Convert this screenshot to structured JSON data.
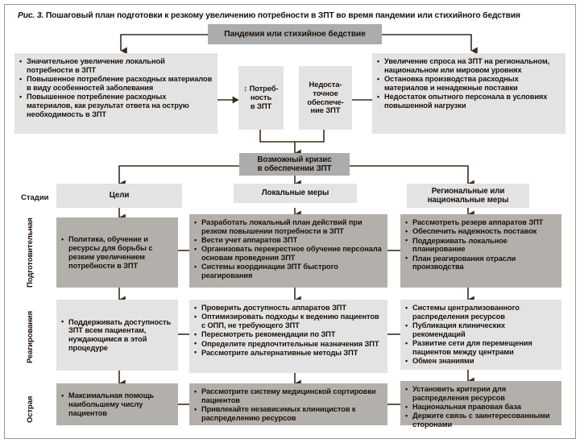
{
  "figure": {
    "number": "Рис. 3.",
    "caption": "Пошаговый план подготовки к резкому увеличению потребности в ЗПТ во время пандемии или стихийного бедствия"
  },
  "colors": {
    "page_background": "#ffffff",
    "frame_border": "#9b968d",
    "box_light": "#e3e3e3",
    "box_dark": "#acacac",
    "box_mid": "#b3b0ab",
    "connector": "#3a2d1e",
    "text": "#1a1008"
  },
  "top": {
    "trigger": "Пандемия или стихийное бедствие",
    "left_panel": [
      "Значительное увеличение локальной потребности в ЗПТ",
      "Повышенное потребление расходных материалов в виду особенностей заболевания",
      "Повышенное потребление расходных материалов, как результат ответа на острую необходимость в ЗПТ"
    ],
    "center_left": "↑ Потреб-\nность\nв ЗПТ",
    "center_left_lines": [
      "↕ Потреб-",
      "ность",
      "в ЗПТ"
    ],
    "center_right_lines": [
      "Недоста-",
      "точное",
      "обеспече-",
      "ние ЗПТ"
    ],
    "right_panel": [
      "Увеличение спроса на ЗПТ на региональном, национальном или мировом уровнях",
      "Остановка производства расходных материалов и ненадежные поставки",
      "Недостаток опытного персонала в условиях повышенной нагрузки"
    ],
    "crisis_lines": [
      "Возможный кризис",
      "в обеспечении ЗПТ"
    ]
  },
  "matrix": {
    "stages_header": "Стадии",
    "columns": [
      {
        "id": "goals",
        "label_lines": [
          "Цели"
        ]
      },
      {
        "id": "local",
        "label_lines": [
          "Локальные меры"
        ]
      },
      {
        "id": "national",
        "label_lines": [
          "Региональные или",
          "национальные меры"
        ]
      }
    ],
    "rows": [
      {
        "id": "preparatory",
        "label": "Подготовительная",
        "cells": {
          "goals": [
            "Политика, обучение и ресурсы для борьбы с резким увеличением потребности в ЗПТ"
          ],
          "local": [
            "Разработать локальный план действий при резком повышении потребности в ЗПТ",
            "Вести учет аппаратов ЗПТ",
            "Организовать перекрестное обучение персонала основам проведения ЗПТ",
            "Системы координации ЗПТ быстрого реагирования"
          ],
          "national": [
            "Рассмотреть резерв аппаратов ЗПТ",
            "Обеспечить надежность поставок",
            "Поддерживать локальное планирование",
            "План реагирования отрасли производства"
          ]
        }
      },
      {
        "id": "response",
        "label": "Реагирования",
        "cells": {
          "goals": [
            "Поддерживать доступность ЗПТ всем пациентам, нуждающимся в этой процедуре"
          ],
          "local": [
            "Проверить доступность аппаратов ЗПТ",
            "Оптимизировать подходы к ведению пациентов с ОПП, не требующего ЗПТ",
            "Пересмотреть рекомендации по ЗПТ",
            "Определите предпочтительные назначения ЗПТ",
            "Рассмотрите альтернативные методы ЗПТ"
          ],
          "national": [
            "Системы централизованного распределения ресурсов",
            "Публикация клинических рекомендаций",
            "Развитие сети для перемещения пациентов между центрами",
            "Обмен знаниями"
          ]
        }
      },
      {
        "id": "acute",
        "label": "Острая",
        "cells": {
          "goals": [
            "Максимальная помощь наибольшему числу пациентов"
          ],
          "local": [
            "Рассмотрите систему медицинской сортировки пациентов",
            "Привлекайте независимых клиницистов к распределению ресурсов"
          ],
          "national": [
            "Установить критерии для распределения ресурсов",
            "Национальная правовая база",
            "Держите связь с заинтересованными сторонами"
          ]
        }
      }
    ]
  }
}
